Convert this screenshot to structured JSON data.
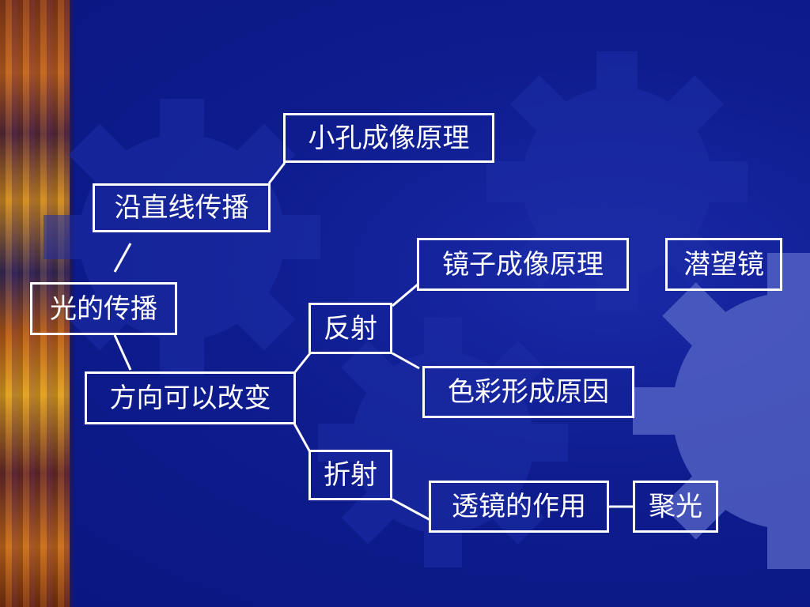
{
  "diagram": {
    "nodes": {
      "light_propagation": "光的传播",
      "straight_line": "沿直线传播",
      "pinhole": "小孔成像原理",
      "direction_change": "方向可以改变",
      "reflection": "反射",
      "refraction": "折射",
      "mirror_imaging": "镜子成像原理",
      "periscope": "潜望镜",
      "color_formation": "色彩形成原因",
      "lens_function": "透镜的作用",
      "focusing": "聚光"
    }
  },
  "colors": {
    "background": "#0e1c8e",
    "node_border": "#ffffff",
    "node_text": "#ffffff",
    "gear_fill": "#2f3fb8"
  }
}
